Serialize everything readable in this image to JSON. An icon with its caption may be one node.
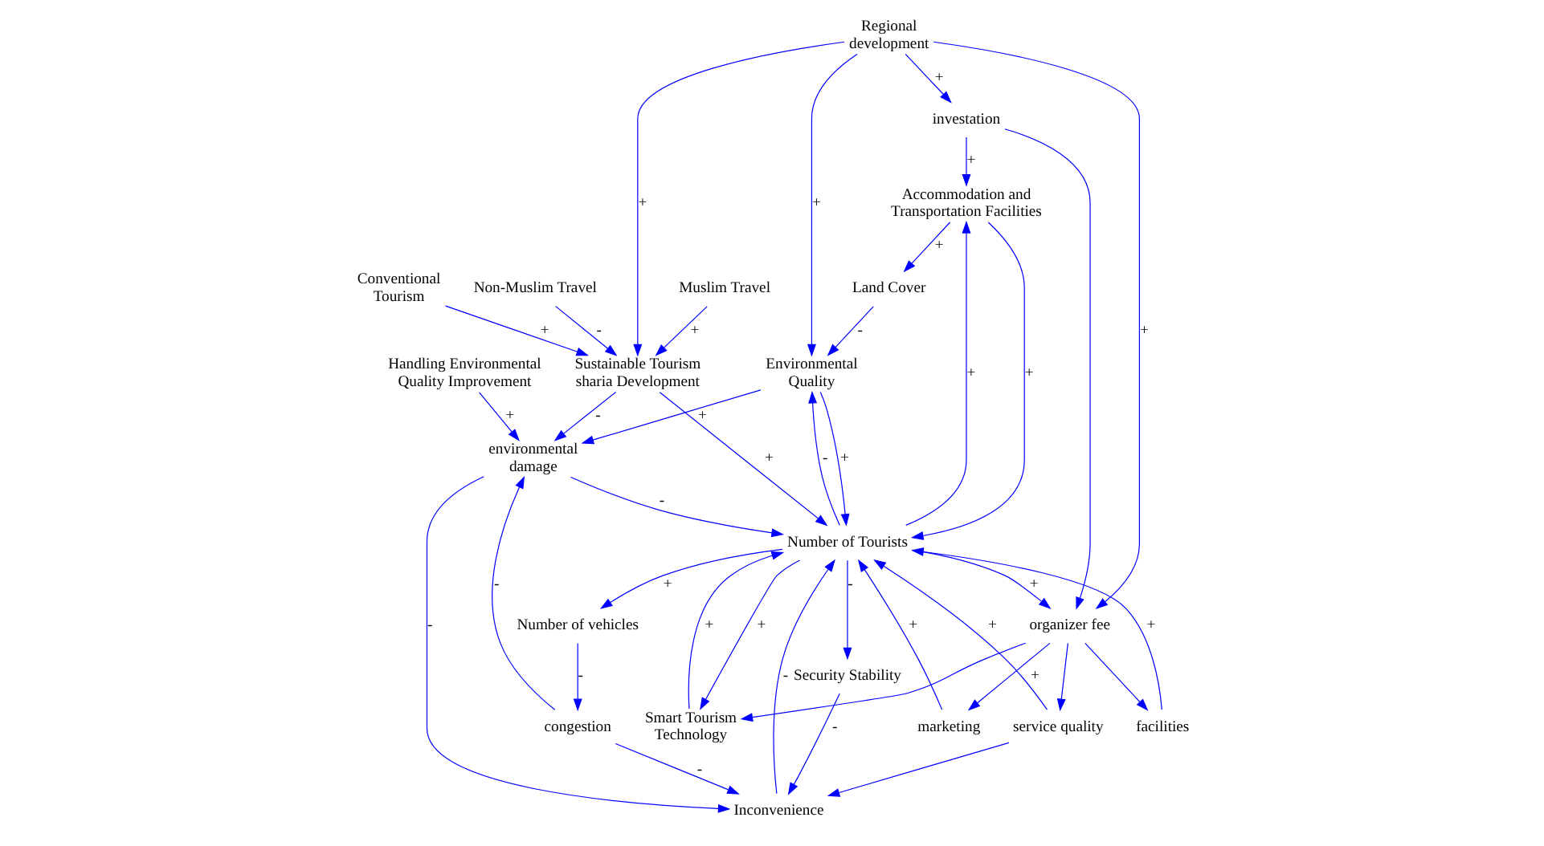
{
  "diagram": {
    "nodes": [
      {
        "text": [
          "Regional development"
        ]
      },
      {
        "text": [
          "Land Cover"
        ]
      },
      {
        "text": [
          "investation"
        ]
      },
      {
        "text": [
          "Sustainable Tourism sharia Development"
        ]
      },
      {
        "text": [
          "Muslim Travel"
        ]
      },
      {
        "text": [
          "Environmental Quality"
        ]
      },
      {
        "text": [
          "Accommodation and Transportation Facilities"
        ]
      },
      {
        "text": [
          "Conventional Tourism"
        ]
      },
      {
        "text": [
          "Non-Muslim Travel"
        ]
      },
      {
        "text": [
          "facilities"
        ]
      },
      {
        "text": [
          "organizer fee"
        ]
      },
      {
        "text": [
          "Handling Environmental Quality Improvement"
        ]
      },
      {
        "text": [
          "environmental damage"
        ]
      },
      {
        "text": [
          "Number of Tourists"
        ]
      },
      {
        "text": [
          "Smart Tourism Technology"
        ]
      },
      {
        "text": [
          "Number of vehicles"
        ]
      },
      {
        "text": [
          "marketing"
        ]
      },
      {
        "text": [
          "Inconvenience"
        ]
      },
      {
        "text": [
          "congestion"
        ]
      },
      {
        "text": [
          "Security Stability"
        ]
      },
      {
        "text": [
          "service quality"
        ]
      }
    ],
    "edges": [
      {
        "from": 0,
        "to": 5,
        "arrow": "to",
        "label": "+"
      },
      {
        "from": 0,
        "to": 2,
        "arrow": "to",
        "label": "+"
      },
      {
        "from": 0,
        "to": 3,
        "arrow": "to",
        "label": "+"
      },
      {
        "from": 0,
        "to": 10,
        "arrow": "to",
        "label": "+"
      },
      {
        "from": 2,
        "to": 10,
        "arrow": "to"
      },
      {
        "from": 1,
        "to": 5,
        "arrow": "to",
        "label": "-"
      },
      {
        "from": 6,
        "to": 1,
        "arrow": "to",
        "label": "+"
      },
      {
        "from": 2,
        "to": 6,
        "arrow": "to",
        "label": "+"
      },
      {
        "from": 4,
        "to": 3,
        "arrow": "to",
        "label": "+"
      },
      {
        "from": 7,
        "to": 3,
        "arrow": "to",
        "label": "+"
      },
      {
        "from": 8,
        "to": 3,
        "arrow": "to",
        "label": "-"
      },
      {
        "from": 3,
        "to": 12,
        "arrow": "to",
        "label": "-"
      },
      {
        "from": 3,
        "to": 13,
        "arrow": "to",
        "label": "+"
      },
      {
        "from": 10,
        "to": 9,
        "arrow": "to"
      },
      {
        "from": 9,
        "to": 13,
        "arrow": "to",
        "label": "+"
      },
      {
        "from": 6,
        "to": 13,
        "arrow": "to",
        "label": "+"
      },
      {
        "from": 5,
        "to": 13,
        "arrow": "to",
        "label": "+"
      },
      {
        "from": 13,
        "to": 5,
        "arrow": "to",
        "label": "-"
      },
      {
        "from": 13,
        "to": 6,
        "arrow": "to",
        "label": "+"
      },
      {
        "from": 5,
        "to": 12,
        "arrow": "to",
        "label": "+"
      },
      {
        "from": 11,
        "to": 12,
        "arrow": "to",
        "label": "+"
      },
      {
        "from": 12,
        "to": 13,
        "arrow": "to",
        "label": "-"
      },
      {
        "from": 12,
        "to": 17,
        "arrow": "to",
        "label": "-"
      },
      {
        "from": 17,
        "to": 13,
        "arrow": "to",
        "label": "-"
      },
      {
        "from": 18,
        "to": 12,
        "arrow": "to",
        "label": "-"
      },
      {
        "from": 18,
        "to": 17,
        "arrow": "to",
        "label": "-"
      },
      {
        "from": 19,
        "to": 17,
        "arrow": "to",
        "label": "-"
      },
      {
        "from": 20,
        "to": 17,
        "arrow": "to"
      },
      {
        "from": 13,
        "to": 15,
        "arrow": "to",
        "label": "+"
      },
      {
        "from": 15,
        "to": 18,
        "arrow": "to",
        "label": "-"
      },
      {
        "from": 13,
        "to": 19,
        "arrow": "to",
        "label": "-"
      },
      {
        "from": 20,
        "to": 13,
        "arrow": "to",
        "label": "+"
      },
      {
        "from": 13,
        "to": 10,
        "arrow": "to",
        "label": "+"
      },
      {
        "from": 10,
        "to": 14,
        "arrow": "to"
      },
      {
        "from": 10,
        "to": 20,
        "arrow": "to"
      },
      {
        "from": 10,
        "to": 16,
        "arrow": "to",
        "label": "+"
      },
      {
        "from": 14,
        "to": 13,
        "arrow": "to",
        "label": "+"
      },
      {
        "from": 13,
        "to": 14,
        "arrow": "to",
        "label": "+"
      },
      {
        "from": 16,
        "to": 13,
        "arrow": "to",
        "label": "+"
      }
    ]
  }
}
